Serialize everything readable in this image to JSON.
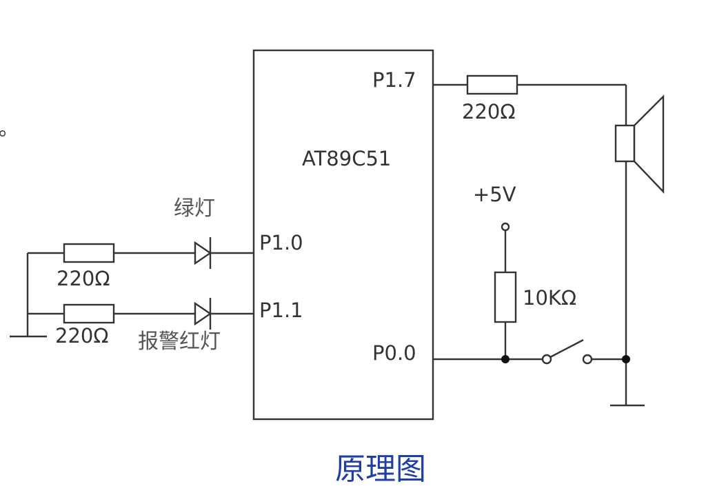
{
  "diagram": {
    "stray_mark": "。",
    "chip_label": "AT89C51",
    "pins": {
      "p17": "P1.7",
      "p10": "P1.0",
      "p11": "P1.1",
      "p00": "P0.0"
    },
    "resistors": {
      "speaker_resistor": "220Ω",
      "green_led_resistor": "220Ω",
      "red_led_resistor": "220Ω",
      "pullup_resistor": "10KΩ"
    },
    "supply_label": "+5V",
    "green_led_label": "绿灯",
    "red_led_label": "报警红灯",
    "caption": "原理图"
  },
  "colors": {
    "line": "#333333",
    "caption": "#1f3fa5"
  }
}
